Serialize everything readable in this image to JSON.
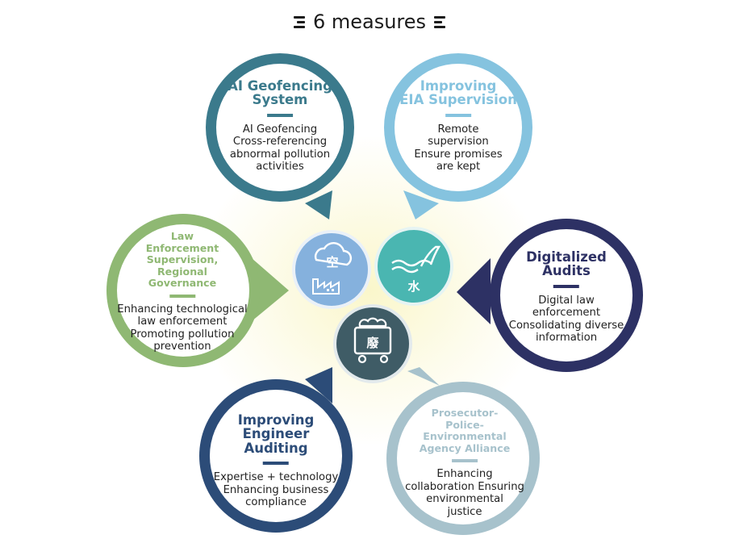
{
  "header": {
    "title": "6 measures"
  },
  "measures": [
    {
      "title": "AI Geofencing System",
      "title_lines": [
        "AI Geofencing",
        "System"
      ],
      "body_lines": [
        "AI Geofencing",
        "Cross-referencing",
        "abnormal pollution",
        "activities"
      ],
      "color": "#3b7a8c"
    },
    {
      "title": "Improving EIA Supervision",
      "title_lines": [
        "Improving",
        "EIA Supervision"
      ],
      "body_lines": [
        "Remote",
        "supervision",
        "Ensure promises",
        "are kept"
      ],
      "color": "#85c3df"
    },
    {
      "title": "Law Enforcement Supervision, Regional Governance",
      "title_lines": [
        "Law",
        "Enforcement",
        "Supervision,",
        "Regional",
        "Governance"
      ],
      "body_lines": [
        "Enhancing technological",
        "law enforcement",
        "Promoting pollution",
        "prevention"
      ],
      "color": "#8fb873"
    },
    {
      "title": "Digitalized Audits",
      "title_lines": [
        "Digitalized",
        "Audits"
      ],
      "body_lines": [
        "Digital law",
        "enforcement",
        "Consolidating diverse",
        "information"
      ],
      "color": "#2d3164"
    },
    {
      "title": "Improving Engineer Auditing",
      "title_lines": [
        "Improving",
        "Engineer",
        "Auditing"
      ],
      "body_lines": [
        "Expertise + technology",
        "Enhancing business",
        "compliance"
      ],
      "color": "#2c4c78"
    },
    {
      "title": "Prosecutor-Police-Environmental Agency Alliance",
      "title_lines": [
        "Prosecutor-",
        "Police-",
        "Environmental",
        "Agency Alliance"
      ],
      "body_lines": [
        "Enhancing",
        "collaboration Ensuring",
        "environmental",
        "justice"
      ],
      "color": "#a7c2cc"
    }
  ],
  "center_icons": [
    {
      "icon": "factory-cloud-icon",
      "glyph": "空",
      "color": "#85b1dd"
    },
    {
      "icon": "water-wave-icon",
      "glyph": "水",
      "color": "#4ab6b1"
    },
    {
      "icon": "waste-cart-icon",
      "glyph": "廢",
      "color": "#3f5c66"
    }
  ]
}
